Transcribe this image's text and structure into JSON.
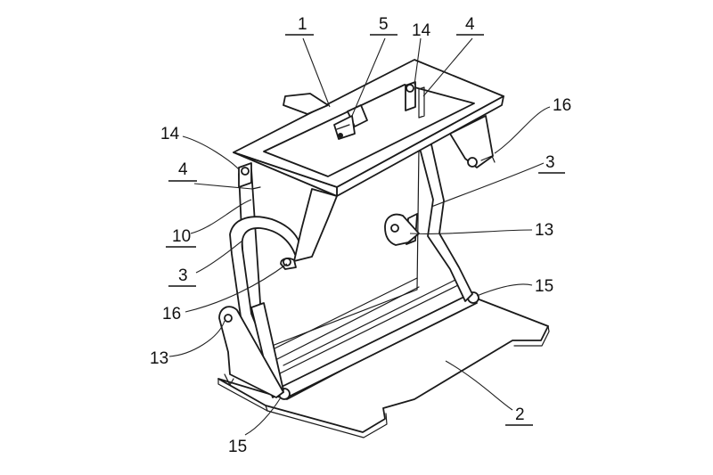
{
  "labels": {
    "l1": "1",
    "l5": "5",
    "l14_top": "14",
    "l4_top": "4",
    "l16_right": "16",
    "l14_left": "14",
    "l4_left": "4",
    "l3_right": "3",
    "l10": "10",
    "l13_right": "13",
    "l3_left": "3",
    "l15_right": "15",
    "l16_left": "16",
    "l13_left": "13",
    "l2": "2",
    "l15_bottom": "15"
  },
  "colors": {
    "line": "#1a1a1a",
    "background": "#ffffff"
  }
}
